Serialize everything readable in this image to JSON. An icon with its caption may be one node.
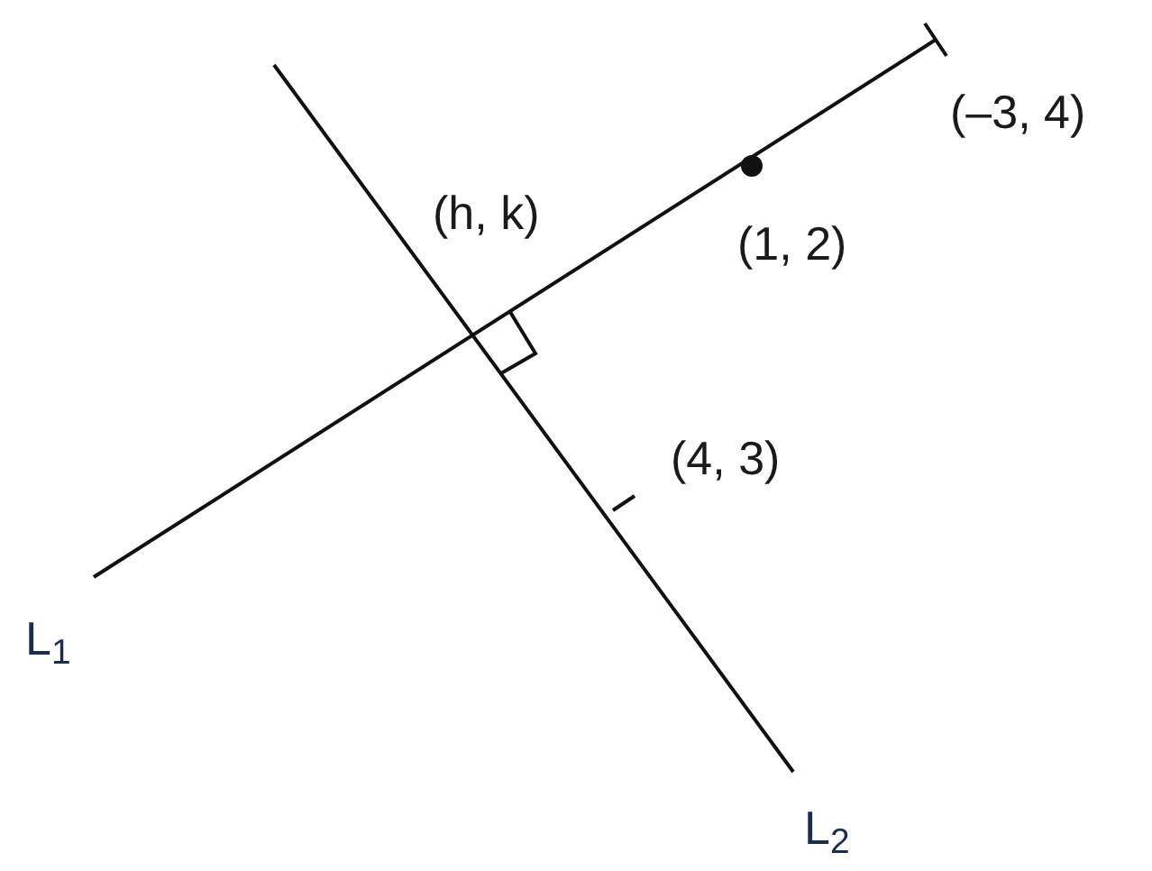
{
  "diagram": {
    "labels": [
      "(–3, 4)",
      "(h, k)",
      "(1, 2)",
      "(4, 3)",
      "L$_{1}$",
      "L$_{2}$"
    ]
  }
}
